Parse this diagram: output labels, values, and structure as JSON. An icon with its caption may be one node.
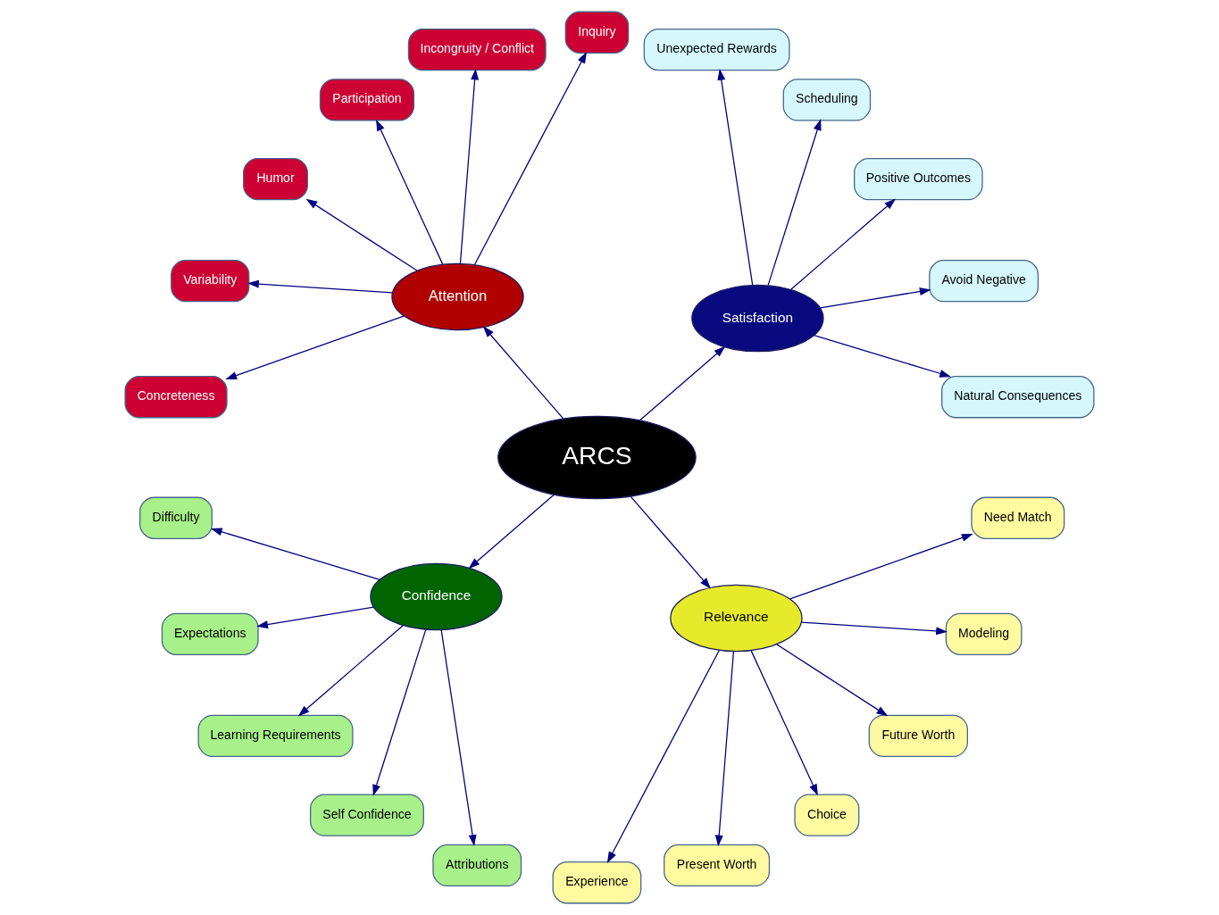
{
  "diagram": {
    "nodes": [
      {
        "text": [
          "ARCS"
        ]
      },
      {
        "text": [
          "Satisfaction"
        ]
      },
      {
        "text": [
          "Natural Consequences"
        ]
      },
      {
        "text": [
          "Avoid Negative"
        ]
      },
      {
        "text": [
          "Positive Outcomes"
        ]
      },
      {
        "text": [
          "Scheduling"
        ]
      },
      {
        "text": [
          "Unexpected Rewards"
        ]
      },
      {
        "text": [
          "Attention"
        ]
      },
      {
        "text": [
          "Inquiry"
        ]
      },
      {
        "text": [
          "Incongruity / Conflict"
        ]
      },
      {
        "text": [
          "Participation"
        ]
      },
      {
        "text": [
          "Humor"
        ]
      },
      {
        "text": [
          "Variability"
        ]
      },
      {
        "text": [
          "Concreteness"
        ]
      },
      {
        "text": [
          "Confidence"
        ]
      },
      {
        "text": [
          "Difficulty"
        ]
      },
      {
        "text": [
          "Expectations"
        ]
      },
      {
        "text": [
          "Learning Requirements"
        ]
      },
      {
        "text": [
          "Self Confidence"
        ]
      },
      {
        "text": [
          "Attributions"
        ]
      },
      {
        "text": [
          "Relevance"
        ]
      },
      {
        "text": [
          "Experience"
        ]
      },
      {
        "text": [
          "Present Worth"
        ]
      },
      {
        "text": [
          "Choice"
        ]
      },
      {
        "text": [
          "Future Worth"
        ]
      },
      {
        "text": [
          "Modeling"
        ]
      },
      {
        "text": [
          "Need Match"
        ]
      }
    ],
    "edges": [
      {
        "from": 0,
        "to": 1,
        "arrow": "to"
      },
      {
        "from": 0,
        "to": 7,
        "arrow": "to"
      },
      {
        "from": 0,
        "to": 14,
        "arrow": "to"
      },
      {
        "from": 0,
        "to": 20,
        "arrow": "to"
      },
      {
        "from": 1,
        "to": 2,
        "arrow": "to"
      },
      {
        "from": 1,
        "to": 3,
        "arrow": "to"
      },
      {
        "from": 1,
        "to": 4,
        "arrow": "to"
      },
      {
        "from": 1,
        "to": 5,
        "arrow": "to"
      },
      {
        "from": 1,
        "to": 6,
        "arrow": "to"
      },
      {
        "from": 7,
        "to": 8,
        "arrow": "to"
      },
      {
        "from": 7,
        "to": 9,
        "arrow": "to"
      },
      {
        "from": 7,
        "to": 10,
        "arrow": "to"
      },
      {
        "from": 7,
        "to": 11,
        "arrow": "to"
      },
      {
        "from": 7,
        "to": 12,
        "arrow": "to"
      },
      {
        "from": 7,
        "to": 13,
        "arrow": "to"
      },
      {
        "from": 14,
        "to": 15,
        "arrow": "to"
      },
      {
        "from": 14,
        "to": 16,
        "arrow": "to"
      },
      {
        "from": 14,
        "to": 17,
        "arrow": "to"
      },
      {
        "from": 14,
        "to": 18,
        "arrow": "to"
      },
      {
        "from": 14,
        "to": 19,
        "arrow": "to"
      },
      {
        "from": 20,
        "to": 21,
        "arrow": "to"
      },
      {
        "from": 20,
        "to": 22,
        "arrow": "to"
      },
      {
        "from": 20,
        "to": 23,
        "arrow": "to"
      },
      {
        "from": 20,
        "to": 24,
        "arrow": "to"
      },
      {
        "from": 20,
        "to": 25,
        "arrow": "to"
      },
      {
        "from": 20,
        "to": 26,
        "arrow": "to"
      }
    ]
  }
}
